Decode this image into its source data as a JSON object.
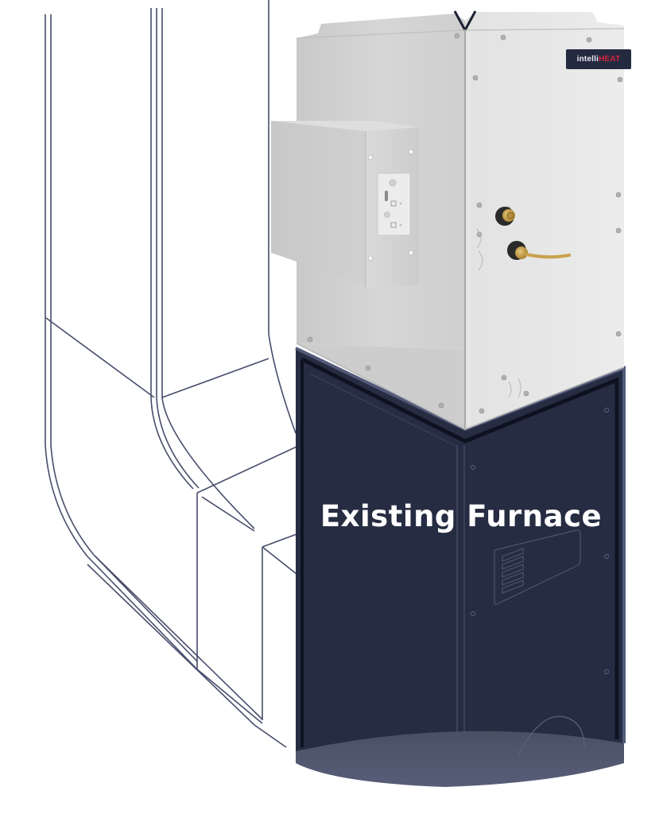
{
  "scene": {
    "title": "Existing Furnace",
    "caption_label": "Existing Furnace",
    "brand": {
      "name_part1": "intelli",
      "name_part2": "HEAT",
      "badge_bg": "#232a40",
      "part1_color": "#e9ecf2",
      "part2_color": "#d3243a"
    },
    "colors": {
      "background": "#ffffff",
      "duct_line": "#474d6b",
      "furnace_body": "#262d42",
      "furnace_outline": "#0e1220",
      "furnace_trim": "#525a7a",
      "unit_metal_light": "#dcdcdc",
      "unit_metal_dark": "#c2c2c2",
      "brass": "#c9a24c"
    },
    "components": [
      {
        "name": "intelliheat-unit",
        "description": "stainless steel add-on unit"
      },
      {
        "name": "control-box",
        "description": "side-mounted electrical box with control plate"
      },
      {
        "name": "refrigerant-connections",
        "count": 2
      },
      {
        "name": "existing-furnace",
        "description": "dark navy furnace cabinet"
      },
      {
        "name": "ductwork-outline",
        "description": "line drawing of supply duct elbow"
      }
    ]
  }
}
